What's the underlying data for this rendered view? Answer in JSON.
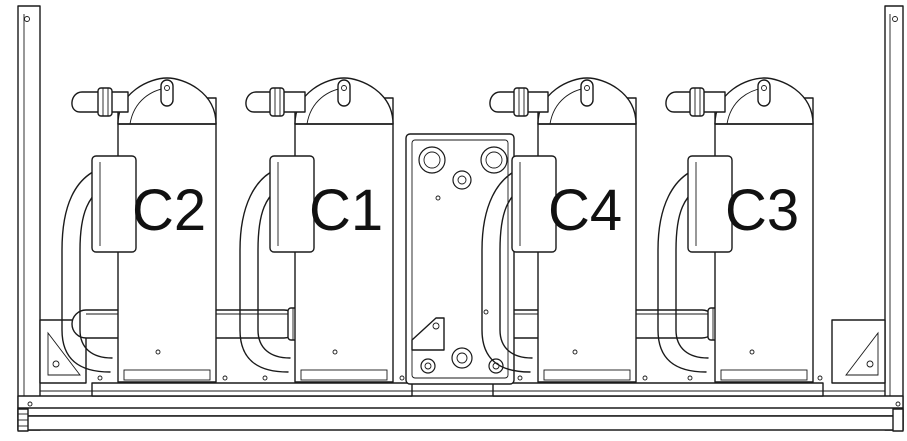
{
  "diagram": {
    "compressors": [
      {
        "id": "c2",
        "label": "C2"
      },
      {
        "id": "c1",
        "label": "C1"
      },
      {
        "id": "c4",
        "label": "C4"
      },
      {
        "id": "c3",
        "label": "C3"
      }
    ],
    "colors": {
      "line": "#1a1a1a",
      "background": "#ffffff"
    }
  }
}
